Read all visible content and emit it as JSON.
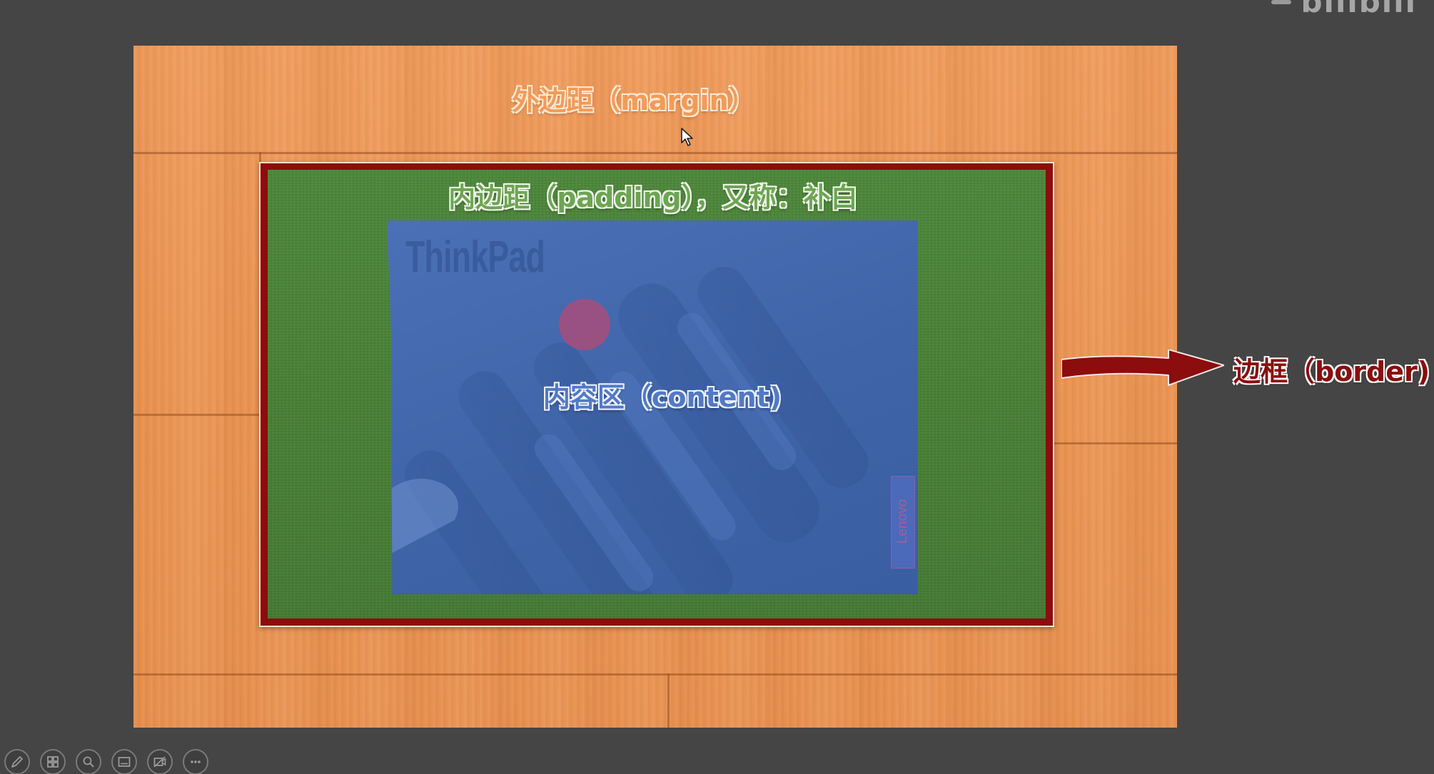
{
  "slide": {
    "margin_label": "外边距（margin）",
    "padding_label": "内边距（padding），又称：补白",
    "content_label": "内容区（content)",
    "border_label": "边框（border)",
    "brand_text": "ThinkPad",
    "lenovo_text": "Lenovo"
  },
  "watermark": {
    "text": "bilibili"
  },
  "toolbar": {
    "buttons": [
      {
        "icon": "pen-icon"
      },
      {
        "icon": "slides-grid-icon"
      },
      {
        "icon": "zoom-icon"
      },
      {
        "icon": "subtitles-icon"
      },
      {
        "icon": "camera-off-icon"
      },
      {
        "icon": "more-options-icon"
      }
    ]
  },
  "colors": {
    "wood": "#eb9452",
    "border": "#8b0d0d",
    "padding": "#4a8236",
    "content": "#4169ad",
    "background": "#454545"
  }
}
